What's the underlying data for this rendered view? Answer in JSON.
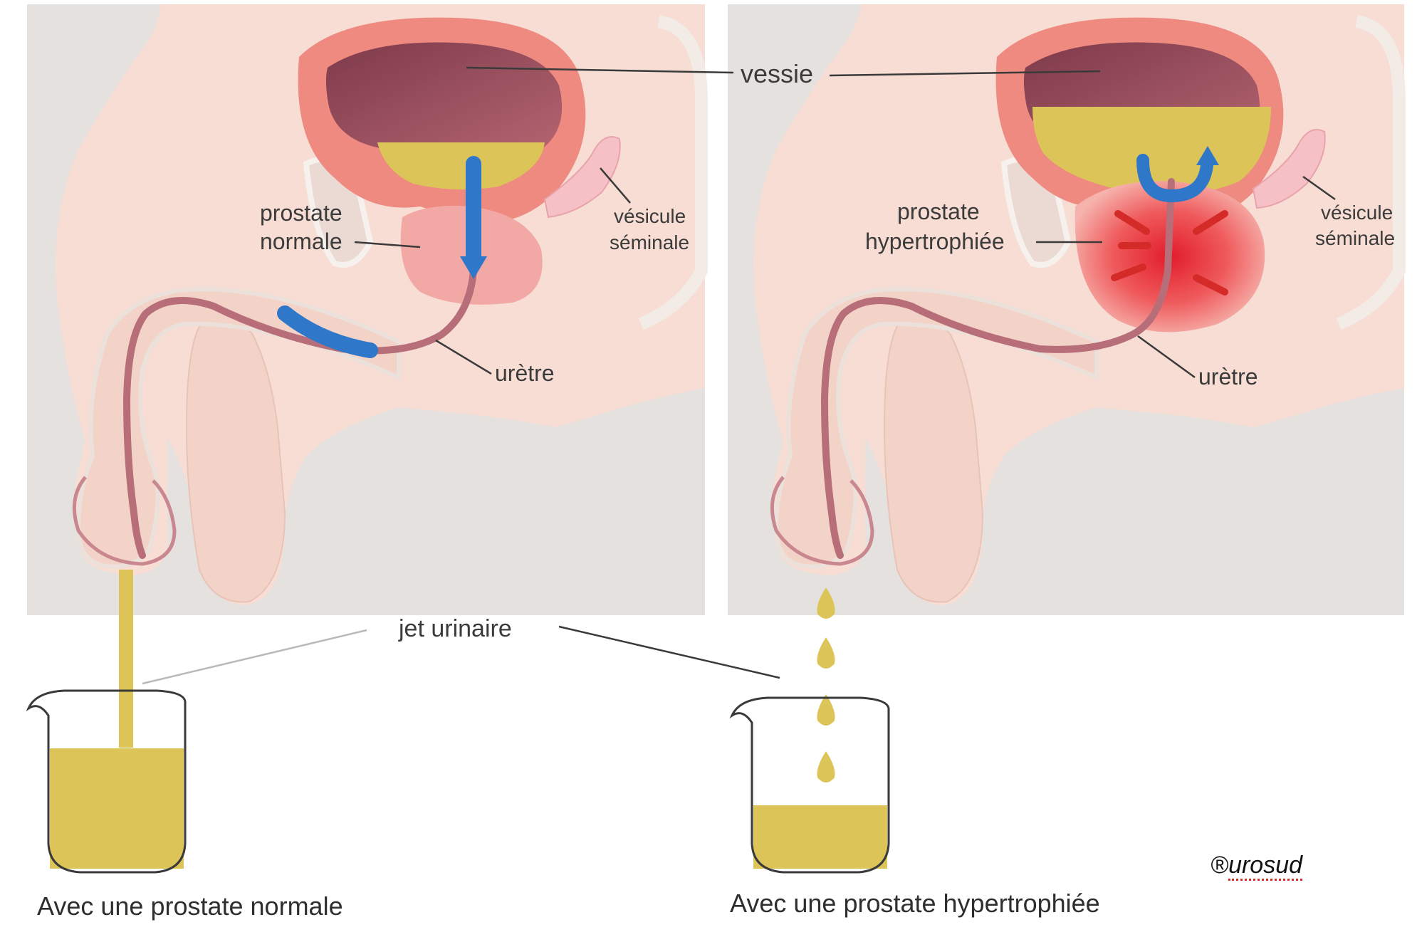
{
  "labels": {
    "bladder": "vessie",
    "normal_prostate": [
      "prostate",
      "normale"
    ],
    "enlarged_prostate": [
      "prostate",
      "hypertrophiée"
    ],
    "seminal_vesicle": [
      "vésicule",
      "séminale"
    ],
    "urethra": "urètre",
    "urine_stream": "jet urinaire"
  },
  "captions": {
    "left": "Avec une prostate normale",
    "right": "Avec une prostate hypertrophiée"
  },
  "credit": {
    "symbol": "®",
    "name": "urosud"
  },
  "colors": {
    "background": "#e4e1de",
    "skin": "#f7ddd3",
    "tissue": "#f3d2c8",
    "bladder_wall": "#ee8a80",
    "bladder_inside": "#9a4c5c",
    "urine": "#dcc458",
    "prostate": "#f2a9a6",
    "prostate_inflamed": "#e8313a",
    "flow_arrow": "#2f77c9",
    "compression_arrow": "#d42a28",
    "urethra": "#b86e78"
  },
  "beaker_fill": {
    "normal": 0.72,
    "enlarged": 0.38
  }
}
